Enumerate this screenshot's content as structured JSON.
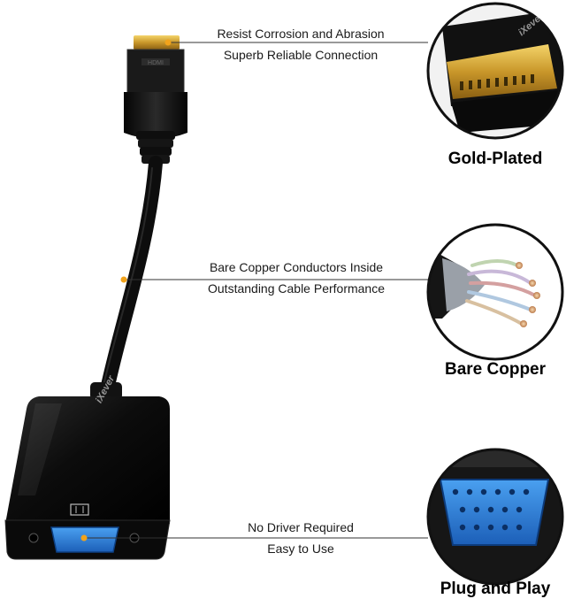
{
  "features": [
    {
      "line1": "Resist Corrosion and Abrasion",
      "line2": "Superb Reliable Connection",
      "caption": "Gold-Plated"
    },
    {
      "line1": "Bare Copper Conductors Inside",
      "line2": "Outstanding Cable Performance",
      "caption": "Bare Copper"
    },
    {
      "line1": "No Driver Required",
      "line2": "Easy to Use",
      "caption": "Plug and Play"
    }
  ],
  "watermark": "iXever",
  "colors": {
    "accent_dot": "#f2a31b",
    "gold": "#d9b13a",
    "vga_port": "#2f7fd6",
    "adapter_body": "#111111"
  },
  "icons": {
    "monitor_symbol": "vga-monitor-icon"
  }
}
